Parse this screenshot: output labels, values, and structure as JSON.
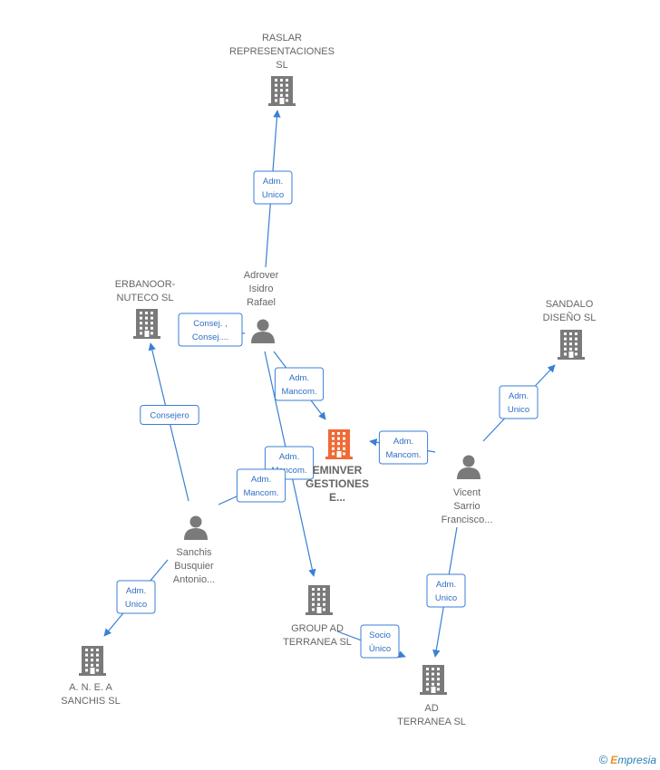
{
  "colors": {
    "edge": "#3a7fd5",
    "building": "#7a7a7a",
    "main_building": "#f06a35",
    "person": "#7a7a7a"
  },
  "nodes": [
    {
      "id": "raslar",
      "type": "company",
      "lines": [
        "RASLAR",
        "REPRESENTACIONES",
        "SL"
      ],
      "icon": "building-icon"
    },
    {
      "id": "erbanoor",
      "type": "company",
      "lines": [
        "ERBANOOR-",
        "NUTECO  SL"
      ],
      "icon": "building-icon"
    },
    {
      "id": "adrover",
      "type": "person",
      "lines": [
        "Adrover",
        "Isidro",
        "Rafael"
      ],
      "icon": "person-icon"
    },
    {
      "id": "sandalo",
      "type": "company",
      "lines": [
        "SANDALO",
        "DISEÑO SL"
      ],
      "icon": "building-icon"
    },
    {
      "id": "eminver",
      "type": "main",
      "lines": [
        "EMINVER",
        "GESTIONES",
        "E..."
      ],
      "icon": "building-icon"
    },
    {
      "id": "vicent",
      "type": "person",
      "lines": [
        "Vicent",
        "Sarrio",
        "Francisco..."
      ],
      "icon": "person-icon"
    },
    {
      "id": "sanchis",
      "type": "person",
      "lines": [
        "Sanchis",
        "Busquier",
        "Antonio..."
      ],
      "icon": "person-icon"
    },
    {
      "id": "group_ad",
      "type": "company",
      "lines": [
        "GROUP AD",
        "TERRANEA SL"
      ],
      "icon": "building-icon"
    },
    {
      "id": "anea",
      "type": "company",
      "lines": [
        "A.  N.  E.  A",
        "SANCHIS SL"
      ],
      "icon": "building-icon"
    },
    {
      "id": "ad_terranea",
      "type": "company",
      "lines": [
        "AD",
        "TERRANEA SL"
      ],
      "icon": "building-icon"
    }
  ],
  "edges": [
    {
      "from": "adrover",
      "to": "raslar",
      "label": [
        "Adm.",
        "Unico"
      ]
    },
    {
      "from": "adrover",
      "to": "erbanoor",
      "label": [
        "Consej. ,",
        "Consej...."
      ]
    },
    {
      "from": "adrover",
      "to": "eminver",
      "label": [
        "Adm.",
        "Mancom."
      ]
    },
    {
      "from": "adrover",
      "to": "group_ad",
      "label": [
        "Adm.",
        "Mancom."
      ]
    },
    {
      "from": "sanchis",
      "to": "erbanoor",
      "label": [
        "Consejero"
      ]
    },
    {
      "from": "sanchis",
      "to": "eminver",
      "label": [
        "Adm.",
        "Mancom."
      ]
    },
    {
      "from": "sanchis",
      "to": "anea",
      "label": [
        "Adm.",
        "Unico"
      ]
    },
    {
      "from": "vicent",
      "to": "sandalo",
      "label": [
        "Adm.",
        "Unico"
      ]
    },
    {
      "from": "vicent",
      "to": "eminver",
      "label": [
        "Adm.",
        "Mancom."
      ]
    },
    {
      "from": "vicent",
      "to": "ad_terranea",
      "label": [
        "Adm.",
        "Unico"
      ]
    },
    {
      "from": "group_ad",
      "to": "ad_terranea",
      "label": [
        "Socio",
        "Único"
      ]
    }
  ],
  "brand": {
    "copyright": "©",
    "initial": "E",
    "rest": "mpresia"
  }
}
